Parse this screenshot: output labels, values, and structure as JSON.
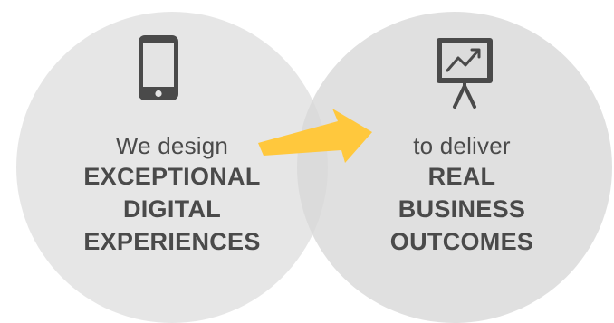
{
  "left": {
    "lead": "We design",
    "lines": [
      "EXCEPTIONAL",
      "DIGITAL",
      "EXPERIENCES"
    ],
    "icon": "smartphone-icon"
  },
  "right": {
    "lead": "to deliver",
    "lines": [
      "REAL",
      "BUSINESS",
      "OUTCOMES"
    ],
    "icon": "presentation-chart-icon"
  },
  "arrow": {
    "icon": "arrow-right-icon",
    "color": "#FFC83D"
  },
  "colors": {
    "text": "#4A4A4A",
    "icon": "#4A4A4A",
    "circle_left": "#E4E4E4",
    "circle_right": "#D8D8D8"
  }
}
